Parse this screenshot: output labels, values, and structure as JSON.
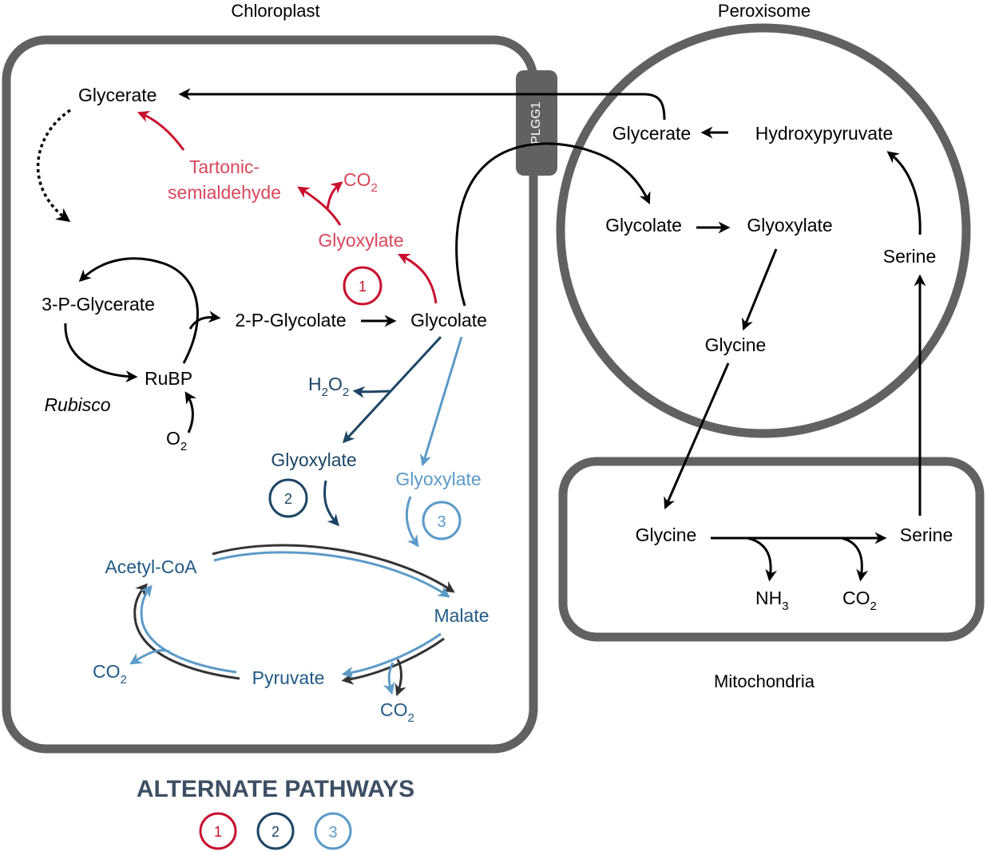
{
  "compartments": {
    "chloroplast": "Chloroplast",
    "peroxisome": "Peroxisome",
    "mitochondria": "Mitochondria",
    "transporter": "PLGG1"
  },
  "chloroplast": {
    "glycerate": "Glycerate",
    "tartonic_line1": "Tartonic-",
    "tartonic_line2": "semialdehyde",
    "co2_red": "CO",
    "glyoxylate_red": "Glyoxylate",
    "pathway1_num": "1",
    "three_p_glycerate": "3-P-Glycerate",
    "two_p_glycolate": "2-P-Glycolate",
    "glycolate": "Glycolate",
    "rubp": "RuBP",
    "rubisco": "Rubisco",
    "o2": "O",
    "h2o2_h": "H",
    "h2o2_o": "O",
    "glyoxylate_dark": "Glyoxylate",
    "pathway2_num": "2",
    "glyoxylate_light": "Glyoxylate",
    "pathway3_num": "3",
    "acetyl_coa": "Acetyl-CoA",
    "malate": "Malate",
    "pyruvate": "Pyruvate",
    "co2_left": "CO",
    "co2_bottom": "CO"
  },
  "peroxisome": {
    "glycerate": "Glycerate",
    "hydroxypyruvate": "Hydroxypyruvate",
    "glycolate": "Glycolate",
    "glyoxylate": "Glyoxylate",
    "glycine": "Glycine",
    "serine": "Serine"
  },
  "mitochondria": {
    "glycine": "Glycine",
    "serine": "Serine",
    "nh3": "NH",
    "co2": "CO"
  },
  "subscripts": {
    "two": "2",
    "three": "3"
  },
  "legend": {
    "title": "ALTERNATE PATHWAYS",
    "items": [
      "1",
      "2",
      "3"
    ]
  },
  "colors": {
    "pathway1": "#c8102e",
    "pathway1_text": "#d9475c",
    "pathway2": "#1b4564",
    "pathway3": "#5b9bc8",
    "membrane": "#616161",
    "legend_title": "#3d4f63"
  }
}
